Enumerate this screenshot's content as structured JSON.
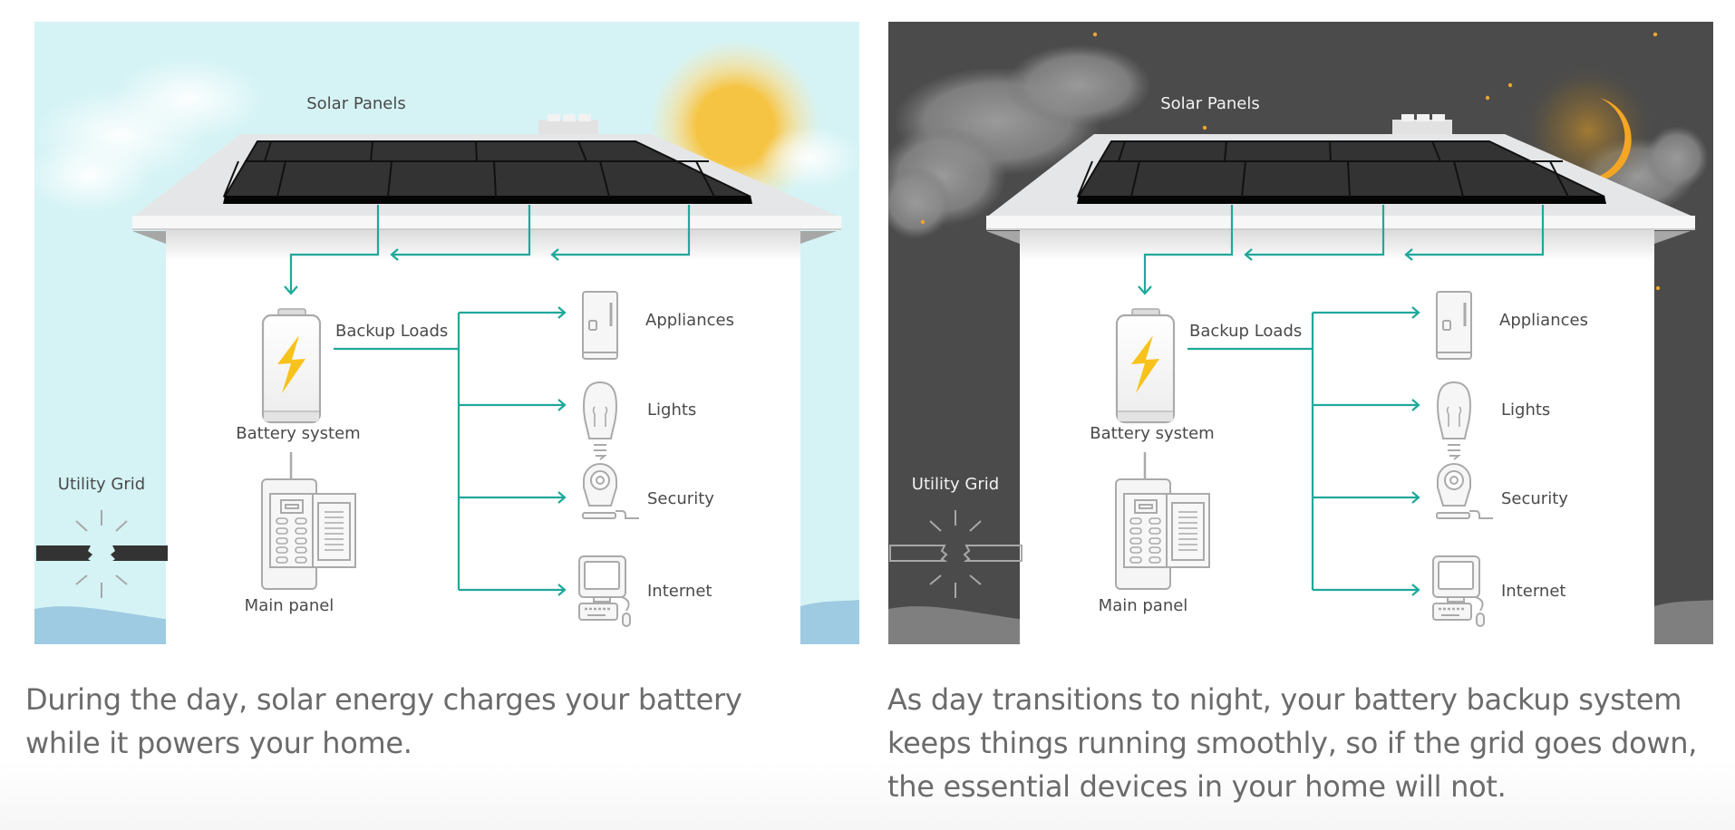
{
  "panels": [
    {
      "id": "day",
      "theme": "day",
      "labels": {
        "solar_panels": "Solar Panels",
        "backup_loads": "Backup Loads",
        "battery_system": "Battery system",
        "main_panel": "Main panel",
        "utility_grid": "Utility Grid",
        "appliances": "Appliances",
        "lights": "Lights",
        "security": "Security",
        "internet": "Internet"
      },
      "sky_object": "sun-icon",
      "grid_status": "broken",
      "caption": "During the day, solar energy charges your battery while it powers your home."
    },
    {
      "id": "night",
      "theme": "night",
      "labels": {
        "solar_panels": "Solar Panels",
        "backup_loads": "Backup Loads",
        "battery_system": "Battery system",
        "main_panel": "Main panel",
        "utility_grid": "Utility Grid",
        "appliances": "Appliances",
        "lights": "Lights",
        "security": "Security",
        "internet": "Internet"
      },
      "sky_object": "moon-icon",
      "grid_status": "broken",
      "caption": "As day transitions to night, your battery backup system keeps things running smoothly, so if the grid goes down, the essential devices in your home will not."
    }
  ],
  "colors": {
    "day_sky": "#d5f3f5",
    "day_ground": "#9ecae2",
    "night_sky": "#4b4b4b",
    "night_ground": "#7f7f7f",
    "flow_line": "#1fa89a",
    "sun": "#f6c443",
    "moon": "#f4a623",
    "star": "#f0a52a",
    "panel_cell": "#333333",
    "icon_stroke": "#a9a9a9",
    "bolt": "#f8c21c",
    "label_text": "#4a4a4a",
    "caption_text": "#6b6b6b"
  }
}
